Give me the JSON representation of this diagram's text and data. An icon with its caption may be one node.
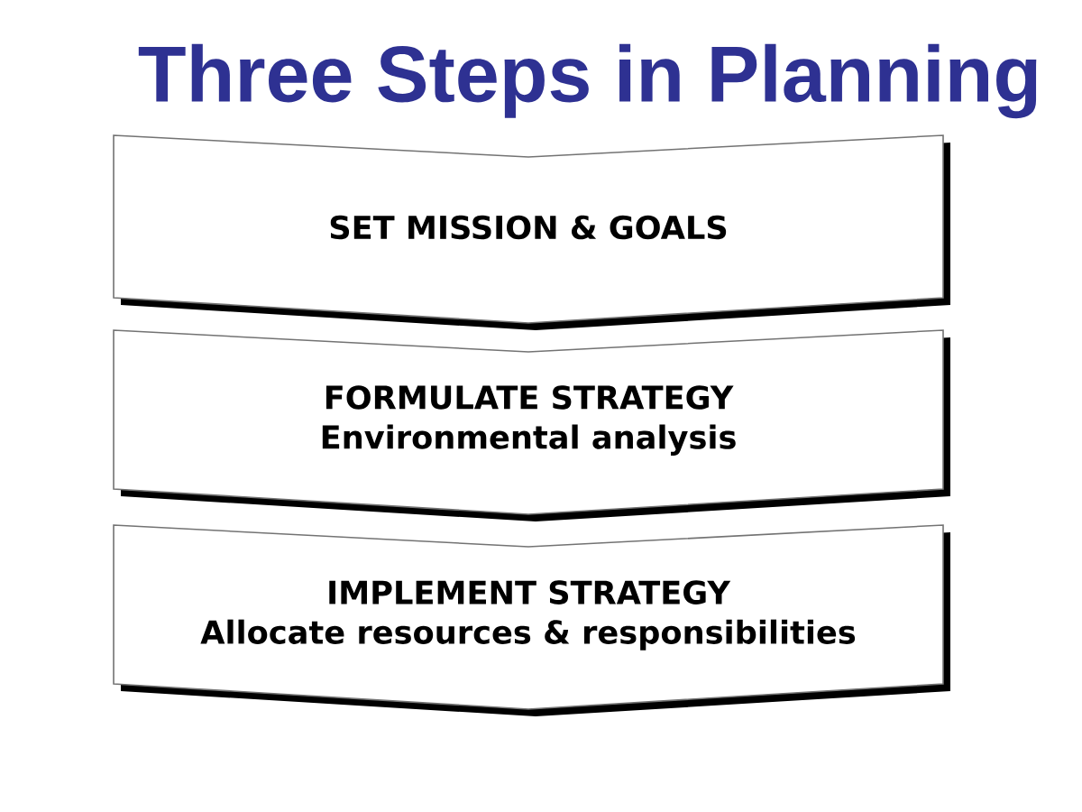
{
  "diagram": {
    "title": "Three Steps in Planning",
    "nodes": [
      {
        "text": [
          "SET MISSION & GOALS"
        ]
      },
      {
        "text": [
          "FORMULATE STRATEGY",
          "Environmental analysis"
        ]
      },
      {
        "text": [
          "IMPLEMENT STRATEGY",
          "Allocate resources & responsibilities"
        ]
      }
    ]
  }
}
